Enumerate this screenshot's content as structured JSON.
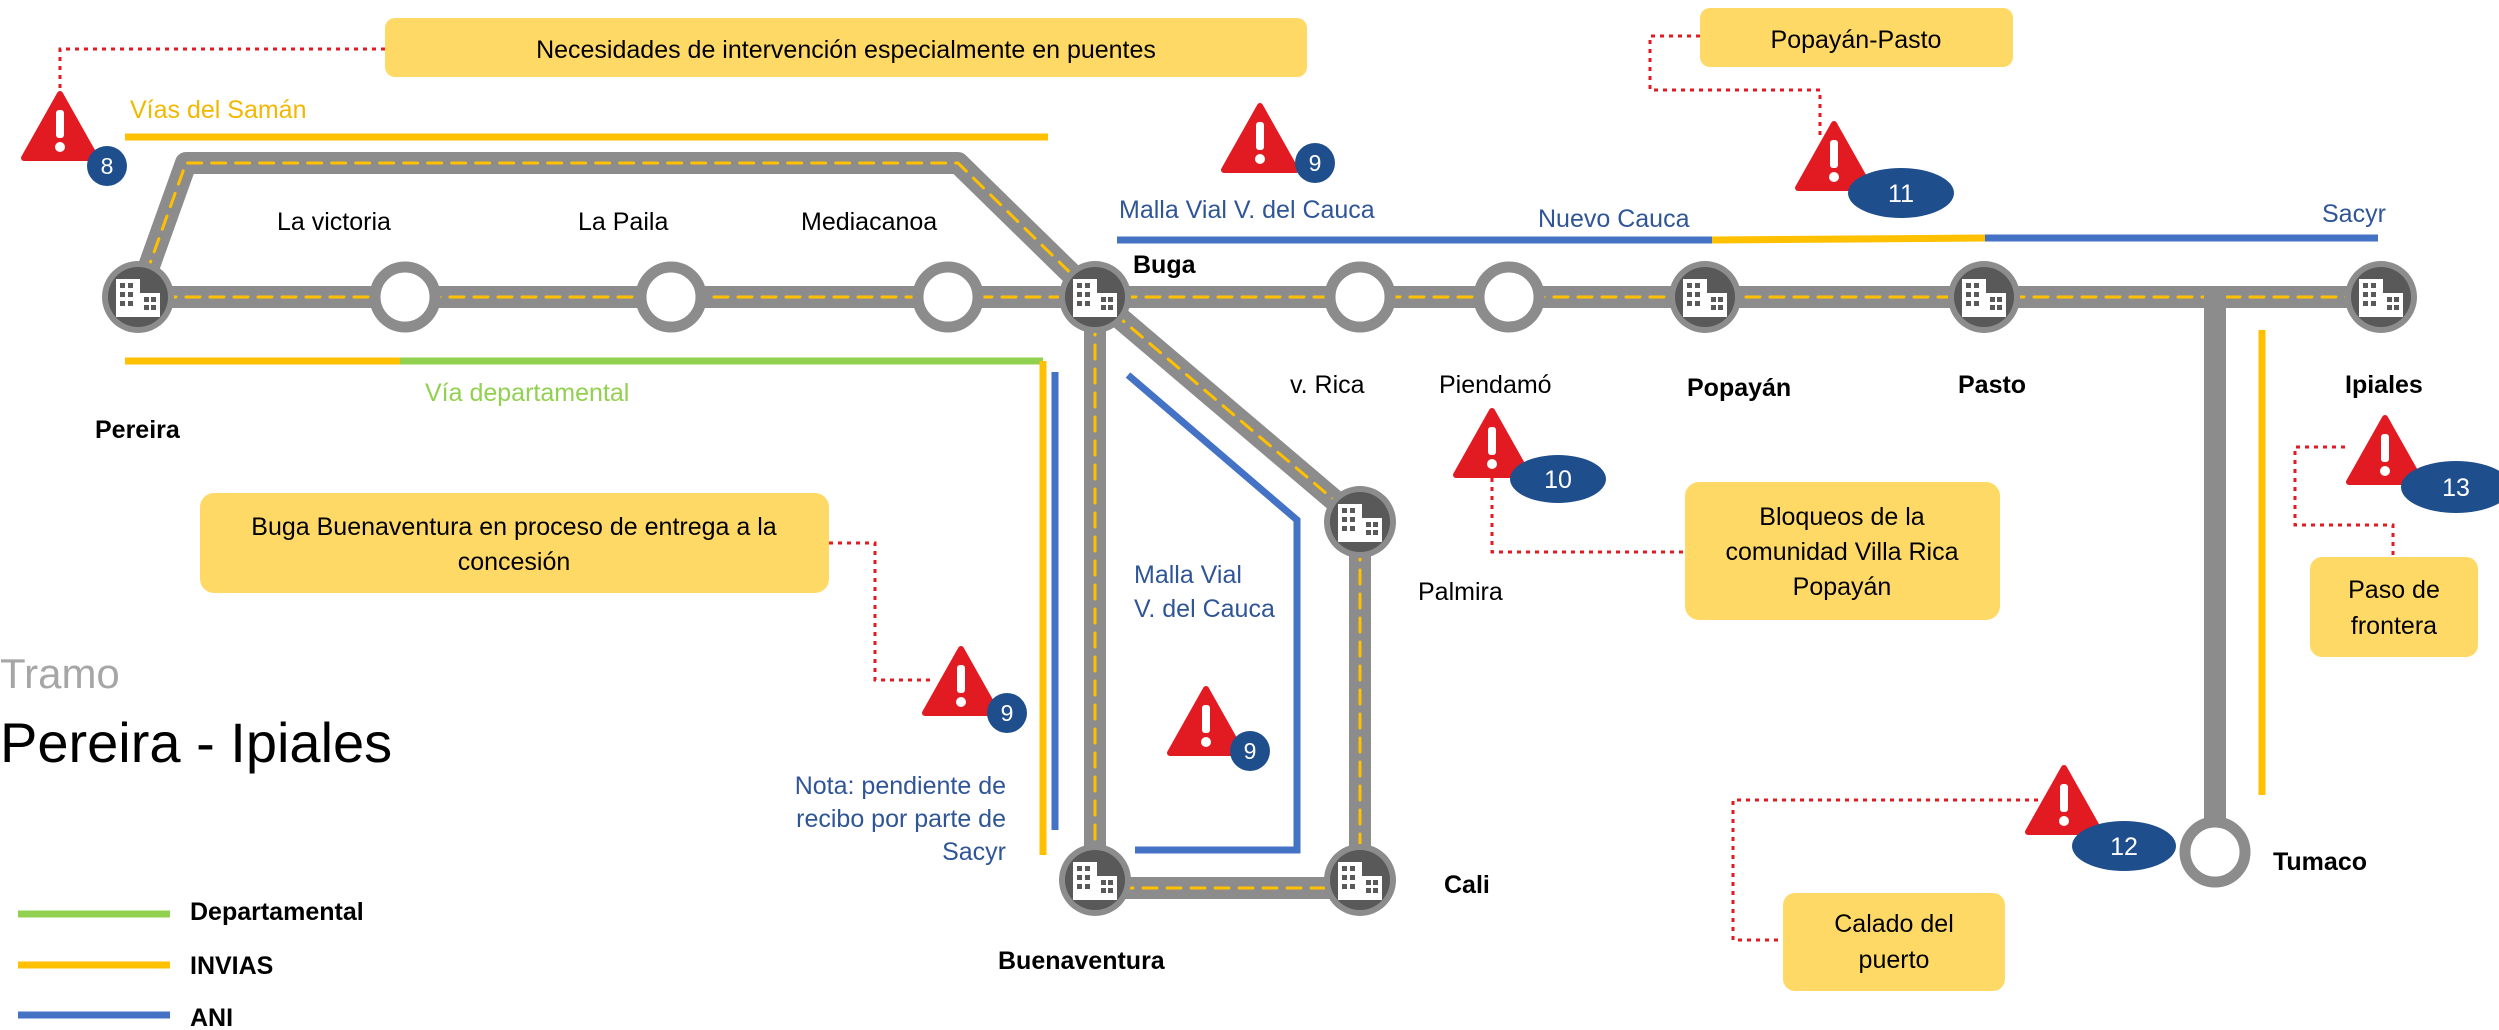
{
  "section": {
    "label": "Tramo",
    "title": "Pereira - Ipiales"
  },
  "colors": {
    "departamental": "#92D050",
    "invias": "#FFC000",
    "ani": "#4472C4",
    "road": "#8C8C8C",
    "road_dash": "#FFC000",
    "callout": "#FFD966",
    "alert": "#E21A22",
    "badge": "#1F4E8C",
    "dotted": "#E21A22",
    "label_blue": "#2F5597",
    "label_green": "#92D050",
    "label_yellow": "#F2B800"
  },
  "cities": {
    "pereira": "Pereira",
    "la_victoria": "La victoria",
    "la_paila": "La Paila",
    "mediacanoa": "Mediacanoa",
    "buga": "Buga",
    "v_rica": "v. Rica",
    "piendamo": "Piendamó",
    "popayan": "Popayán",
    "pasto": "Pasto",
    "ipiales": "Ipiales",
    "palmira": "Palmira",
    "cali": "Cali",
    "buenaventura": "Buenaventura",
    "tumaco": "Tumaco"
  },
  "line_labels": {
    "vias_samán": "Vías del Samán",
    "via_departamental": "Vía departamental",
    "malla_vial_top": "Malla Vial V. del Cauca",
    "nuevo_cauca": "Nuevo Cauca",
    "sacyr": "Sacyr",
    "malla_vial_left_1": "Malla Vial",
    "malla_vial_left_2": "V. del Cauca",
    "nota_1": "Nota: pendiente de",
    "nota_2": "recibo por parte de",
    "nota_3": "Sacyr"
  },
  "callouts": {
    "puentes": "Necesidades de intervención especialmente en puentes",
    "popayan_pasto": "Popayán-Pasto",
    "buga_buenaventura_1": "Buga Buenaventura en proceso de entrega a la",
    "buga_buenaventura_2": "concesión",
    "bloqueos_1": "Bloqueos de la",
    "bloqueos_2": "comunidad Villa Rica",
    "bloqueos_3": "Popayán",
    "frontera_1": "Paso de",
    "frontera_2": "frontera",
    "calado_1": "Calado del",
    "calado_2": "puerto"
  },
  "alerts": {
    "a8": "8",
    "a9_top": "9",
    "a11": "11",
    "a10": "10",
    "a13": "13",
    "a9_left": "9",
    "a9_mid": "9",
    "a12": "12"
  },
  "legend": {
    "departamental": "Departamental",
    "invias": "INVIAS",
    "ani": "ANI"
  }
}
